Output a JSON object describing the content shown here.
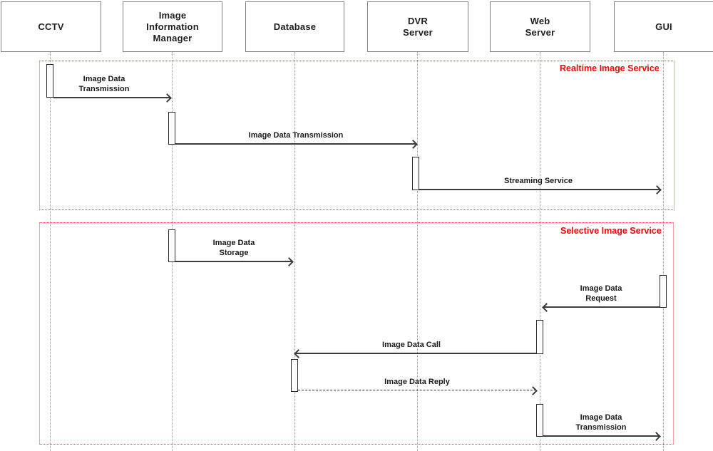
{
  "diagram": {
    "type": "uml-sequence-diagram",
    "actors": [
      {
        "label": "CCTV"
      },
      {
        "label": "Image\nInformation\nManager"
      },
      {
        "label": "Database"
      },
      {
        "label": "DVR\nServer"
      },
      {
        "label": "Web\nServer"
      },
      {
        "label": "GUI"
      }
    ],
    "frames": [
      {
        "label": "Realtime Image Service"
      },
      {
        "label": "Selective Image Service"
      }
    ],
    "messages": [
      {
        "label": "Image Data\nTransmission",
        "from": "CCTV",
        "to": "Image Information Manager",
        "line": "solid",
        "direction": "right"
      },
      {
        "label": "Image Data Transmission",
        "from": "Image Information Manager",
        "to": "DVR Server",
        "line": "solid",
        "direction": "right"
      },
      {
        "label": "Streaming Service",
        "from": "DVR Server",
        "to": "GUI",
        "line": "solid",
        "direction": "right"
      },
      {
        "label": "Image Data\nStorage",
        "from": "Image Information Manager",
        "to": "Database",
        "line": "solid",
        "direction": "right"
      },
      {
        "label": "Image Data\nRequest",
        "from": "GUI",
        "to": "Web Server",
        "line": "solid",
        "direction": "left"
      },
      {
        "label": "Image Data Call",
        "from": "Web Server",
        "to": "Database",
        "line": "solid",
        "direction": "left"
      },
      {
        "label": "Image Data Reply",
        "from": "Database",
        "to": "Web Server",
        "line": "dashed",
        "direction": "right"
      },
      {
        "label": "Image Data\nTransmission",
        "from": "Web Server",
        "to": "GUI",
        "line": "solid",
        "direction": "right"
      }
    ],
    "colors": {
      "frame_border": "#f03b3b",
      "frame_label": "#ff0000",
      "lifeline": "#9e9e9e",
      "actor_border": "#7f7f7f",
      "message_line": "#3c3c3c",
      "message_text": "#1a1a1a"
    }
  }
}
